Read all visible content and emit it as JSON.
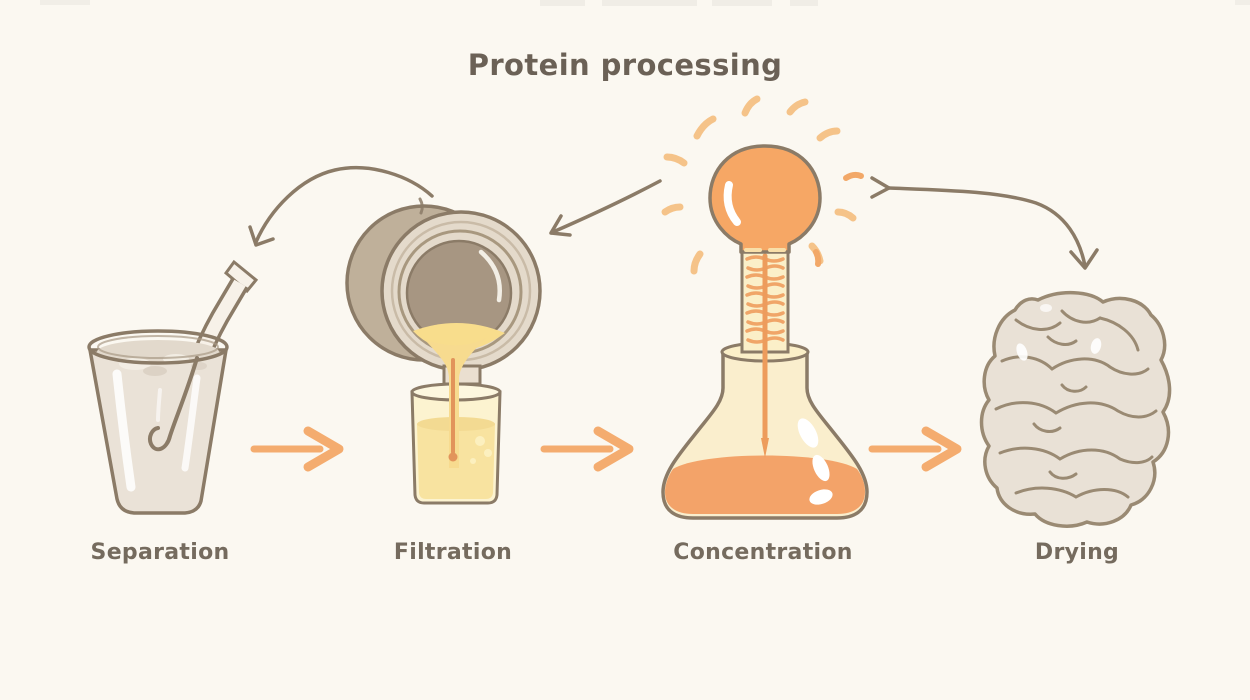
{
  "title": "Protein processing",
  "stages": [
    {
      "label": "Separation",
      "icon": "milk-cup-with-straw-icon"
    },
    {
      "label": "Filtration",
      "icon": "filter-drum-pouring-into-glass-icon"
    },
    {
      "label": "Concentration",
      "icon": "heated-flask-evaporator-icon"
    },
    {
      "label": "Drying",
      "icon": "crumpled-dry-mass-icon"
    }
  ],
  "connectors": {
    "forward_arrows": 3,
    "curved_annotation_arrows": 3
  },
  "colors": {
    "background": "#FBF8F1",
    "outline_taupe": "#8B7B67",
    "title_text": "#6B6156",
    "label_text": "#756B5E",
    "arrow_orange": "#F4AC6F",
    "bulb_orange": "#F6A765",
    "ray_orange": "#F5C389",
    "liquid_yellow": "#F8E3A0",
    "liquid_orange": "#F3A369",
    "milk_beige": "#E8E0D5",
    "drum_taupe": "#BFB09A"
  }
}
